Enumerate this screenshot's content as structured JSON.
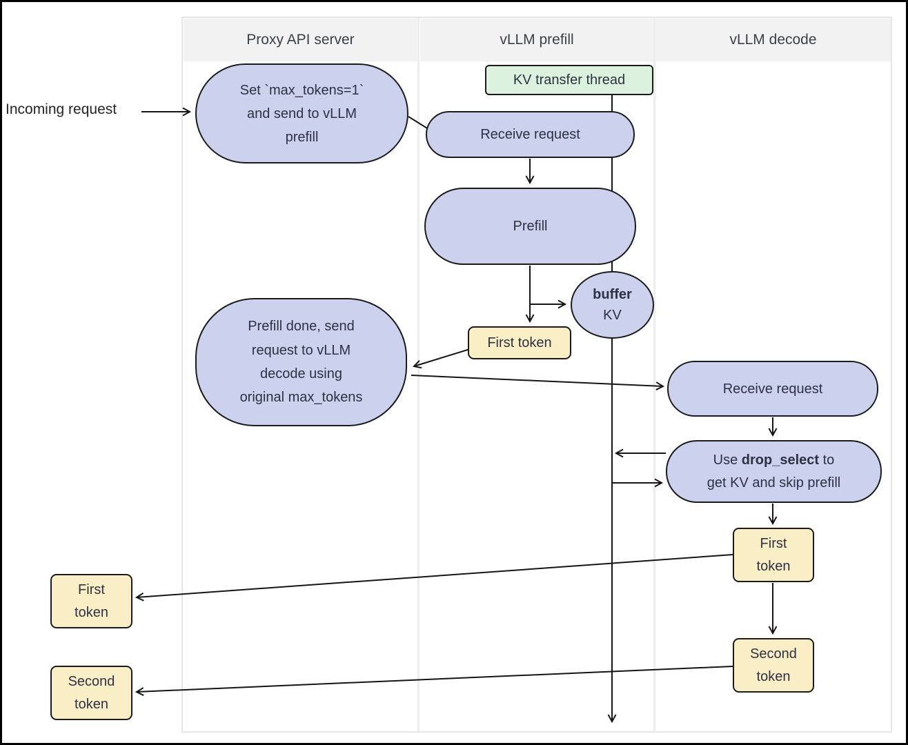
{
  "columns": [
    "Proxy API server",
    "vLLM prefill",
    "vLLM decode"
  ],
  "incoming_label": "Incoming request",
  "nodes": {
    "set_max_tokens": {
      "line1": "Set `max_tokens=1`",
      "line2": "and send to vLLM",
      "line3": "prefill"
    },
    "kv_transfer_thread": "KV transfer thread",
    "receive_request_prefill": "Receive request",
    "prefill": "Prefill",
    "buffer_kv": {
      "bold": "buffer",
      "normal": "KV"
    },
    "first_token_prefill": "First token",
    "prefill_done": {
      "line1": "Prefill done, send",
      "line2": "request to vLLM",
      "line3": "decode using",
      "line4": "original max_tokens"
    },
    "receive_request_decode": "Receive request",
    "drop_select": {
      "pre": "Use ",
      "bold": "drop_select",
      "post": " to",
      "line2": "get KV and skip prefill"
    },
    "first_token_decode": {
      "line1": "First",
      "line2": "token"
    },
    "second_token_decode": {
      "line1": "Second",
      "line2": "token"
    },
    "first_token_out": {
      "line1": "First",
      "line2": "token"
    },
    "second_token_out": {
      "line1": "Second",
      "line2": "token"
    }
  },
  "colors": {
    "node_fill": "#ccd2ed",
    "token_fill": "#faeec6",
    "thread_fill": "#dcf2de",
    "header_bg": "#f2f2f2",
    "line": "#141414",
    "text": "#2d3142",
    "band_border": "#e6e6e6",
    "separator": "#ededed"
  }
}
